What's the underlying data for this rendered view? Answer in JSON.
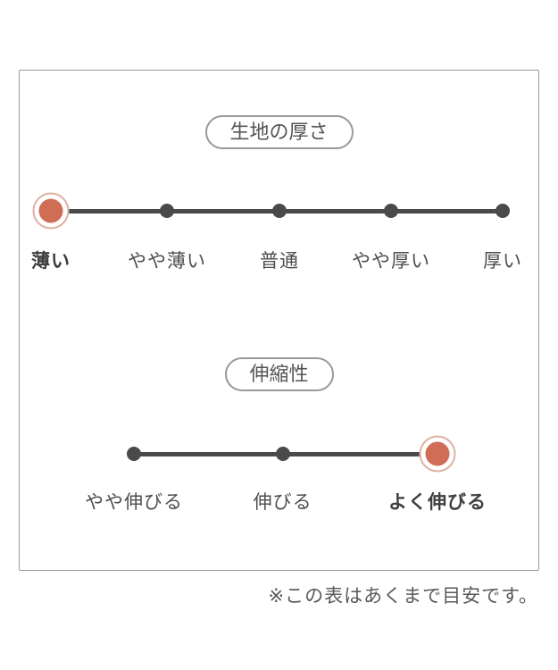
{
  "colors": {
    "accent": "#cf6d55",
    "accent_ring": "#dcb0a2",
    "line": "#4a4a4a",
    "text": "#4d4d4d",
    "border": "#9a9a9a"
  },
  "chart_data": [
    {
      "type": "scatter",
      "title": "生地の厚さ",
      "categories": [
        "薄い",
        "やや薄い",
        "普通",
        "やや厚い",
        "厚い"
      ],
      "selected": "薄い",
      "selected_index": 0
    },
    {
      "type": "scatter",
      "title": "伸縮性",
      "categories": [
        "やや伸びる",
        "伸びる",
        "よく伸びる"
      ],
      "selected": "よく伸びる",
      "selected_index": 2
    }
  ],
  "scales": [
    {
      "title": "生地の厚さ",
      "selected_index": 0,
      "options": [
        {
          "label": "薄い"
        },
        {
          "label": "やや薄い"
        },
        {
          "label": "普通"
        },
        {
          "label": "やや厚い"
        },
        {
          "label": "厚い"
        }
      ]
    },
    {
      "title": "伸縮性",
      "selected_index": 2,
      "options": [
        {
          "label": "やや伸びる"
        },
        {
          "label": "伸びる"
        },
        {
          "label": "よく伸びる"
        }
      ]
    }
  ],
  "footnote": "※この表はあくまで目安です。"
}
